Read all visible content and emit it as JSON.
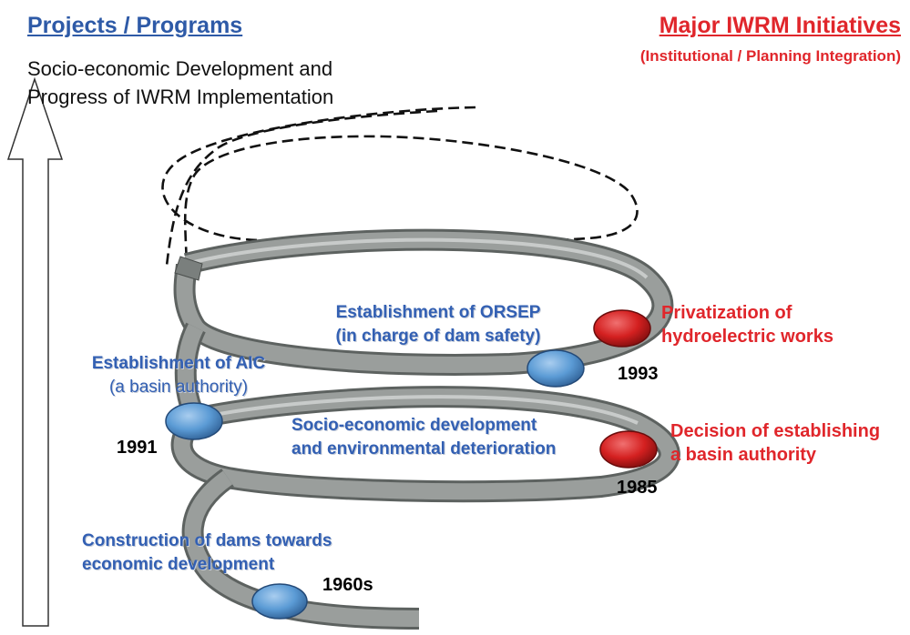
{
  "header": {
    "left_title": "Projects / Programs",
    "left_subtitle_line1": "Socio-economic Development  and",
    "left_subtitle_line2": "Progress of IWRM Implementation",
    "right_title": "Major IWRM Initiatives",
    "right_subtitle": "(Institutional / Planning Integration)"
  },
  "projects": {
    "dams_line1": "Construction of dams towards",
    "dams_line2": "economic development",
    "socio_line1": "Socio-economic development",
    "socio_line2": "and environmental deterioration",
    "aic_line1": "Establishment of AIC",
    "aic_line2": "(a basin authority)",
    "orsep_line1": "Establishment of ORSEP",
    "orsep_line2": "(in charge of dam safety)"
  },
  "initiatives": {
    "basin_line1": "Decision of establishing",
    "basin_line2": "a basin authority",
    "priv_line1": "Privatization of",
    "priv_line2": "hydroelectric works"
  },
  "years": {
    "y1960s": "1960s",
    "y1985": "1985",
    "y1991": "1991",
    "y1993": "1993"
  },
  "colors": {
    "project_blue": "#3360b3",
    "initiative_red": "#e0262b",
    "spiral_gray": "#8a8f8d",
    "node_blue": "#5b9bd5",
    "node_red": "#d42020"
  }
}
